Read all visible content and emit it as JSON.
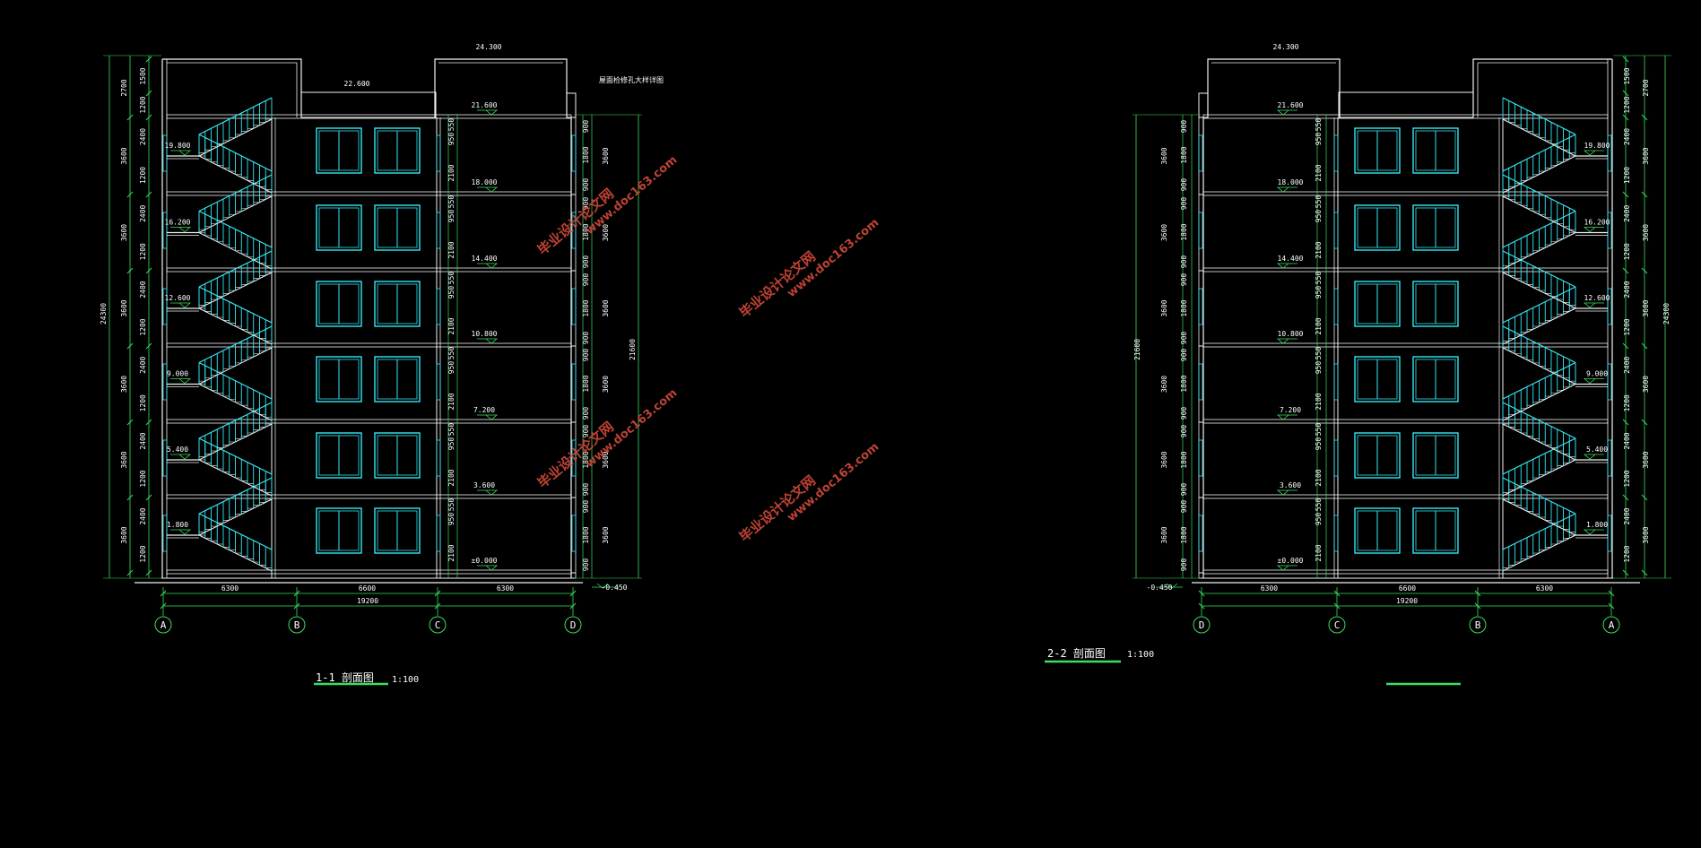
{
  "colors": {
    "background": "#000000",
    "wall": "#f2f2f2",
    "window": "#34e7f2",
    "dimension": "#37e060",
    "text": "#ffffff",
    "watermark": "#d34a3b",
    "axis": "#36d655"
  },
  "sections": [
    {
      "id": "section-1-1",
      "mirror": false,
      "title": "1-1 剖面图",
      "scale": "1:100",
      "level_labels": [
        "±0.000",
        "3.600",
        "7.200",
        "10.800",
        "14.400",
        "18.000",
        "21.600"
      ],
      "stair_levels": [
        "1.800",
        "5.400",
        "9.000",
        "12.600",
        "16.200",
        "19.800"
      ],
      "top_level_left": "22.600",
      "top_level_right": "24.300",
      "roof_note": "屋面检修孔大样详图",
      "ground_level": "-0.450",
      "axis_labels": [
        "A",
        "B",
        "C",
        "D"
      ],
      "bay_dims": [
        "6300",
        "6600",
        "6300"
      ],
      "total_dim": "19200",
      "height_total": "24300",
      "height_inner": "21600",
      "floor_height": "3600",
      "stair_dims": [
        "1200",
        "2400"
      ],
      "top_dims": [
        "1500",
        "1200",
        "2700"
      ],
      "window_dims": [
        "550",
        "950",
        "2100"
      ],
      "right_dims": [
        "900",
        "1800",
        "900"
      ]
    },
    {
      "id": "section-2-2",
      "mirror": true,
      "title": "2-2 剖面图",
      "scale": "1:100",
      "level_labels": [
        "±0.000",
        "3.600",
        "7.200",
        "10.800",
        "14.400",
        "18.000",
        "21.600"
      ],
      "stair_levels": [
        "1.800",
        "5.400",
        "9.000",
        "12.600",
        "16.200",
        "19.800"
      ],
      "top_level_left": "24.300",
      "ground_level": "-0.450",
      "axis_labels": [
        "A",
        "B",
        "C",
        "D"
      ],
      "bay_dims": [
        "6300",
        "6600",
        "6300"
      ],
      "total_dim": "19200",
      "height_total": "24300",
      "height_inner": "21600",
      "floor_height": "3600",
      "stair_dims": [
        "1200",
        "2400"
      ],
      "top_dims": [
        "1500",
        "1200",
        "2700"
      ],
      "window_dims": [
        "550",
        "950",
        "2100"
      ],
      "right_dims": [
        "900",
        "1800",
        "900"
      ]
    }
  ],
  "watermarks": [
    {
      "line1": "毕业设计论文网",
      "line2": "www.doc163.com"
    },
    {
      "line1": "毕业设计论文网",
      "line2": "www.doc163.com"
    },
    {
      "line1": "毕业设计论文网",
      "line2": "www.doc163.com"
    },
    {
      "line1": "毕业设计论文网",
      "line2": "www.doc163.com"
    }
  ]
}
